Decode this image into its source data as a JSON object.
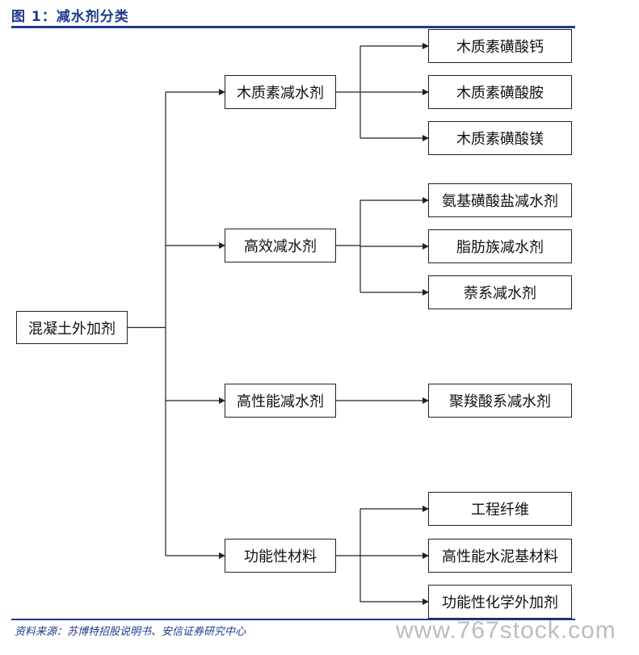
{
  "figure": {
    "title": "图 1：减水剂分类",
    "source": "资料来源：苏博特招股说明书、安信证券研究中心",
    "watermark": "www.767stock.com"
  },
  "colors": {
    "accent": "#1f3a8a",
    "line": "#222222",
    "watermark": "#bdbdbd"
  },
  "diagram": {
    "root": "混凝土外加剂",
    "categories": [
      {
        "label": "木质素减水剂",
        "children": [
          "木质素磺酸钙",
          "木质素磺酸胺",
          "木质素磺酸镁"
        ]
      },
      {
        "label": "高效减水剂",
        "children": [
          "氨基磺酸盐减水剂",
          "脂肪族减水剂",
          "萘系减水剂"
        ]
      },
      {
        "label": "高性能减水剂",
        "children": [
          "聚羧酸系减水剂"
        ]
      },
      {
        "label": "功能性材料",
        "children": [
          "工程纤维",
          "高性能水泥基材料",
          "功能性化学外加剂"
        ]
      }
    ]
  }
}
